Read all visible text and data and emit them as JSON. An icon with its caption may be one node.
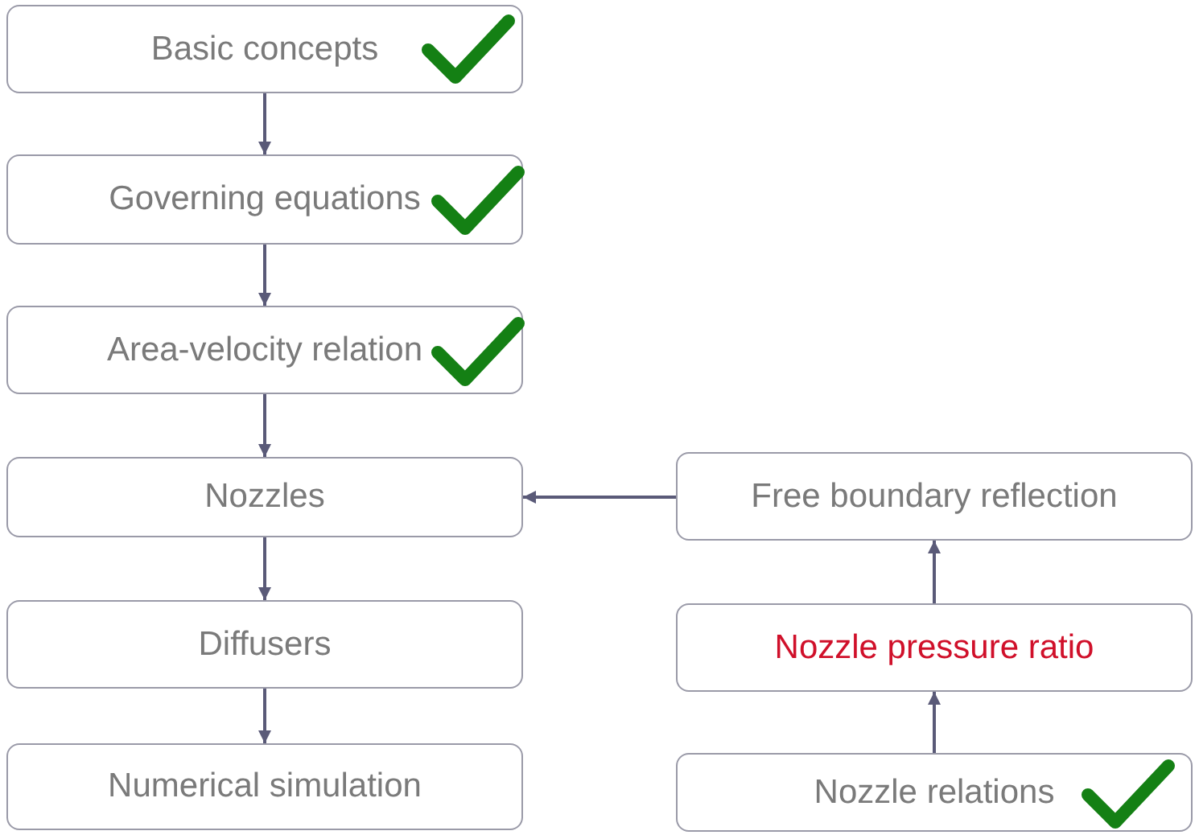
{
  "diagram": {
    "nodes": [
      {
        "text": [
          "Basic concepts"
        ]
      },
      {
        "text": [
          "Governing equations"
        ]
      },
      {
        "text": [
          "Area-velocity relation"
        ]
      },
      {
        "text": [
          "Nozzles"
        ]
      },
      {
        "text": [
          "Diffusers"
        ]
      },
      {
        "text": [
          "Numerical simulation"
        ]
      },
      {
        "text": [
          "Free boundary reflection"
        ]
      },
      {
        "text": [
          "Nozzle pressure ratio"
        ]
      },
      {
        "text": [
          "Nozzle relations"
        ]
      }
    ],
    "edges": [
      {
        "from": 0,
        "to": 1,
        "arrow": "to"
      },
      {
        "from": 1,
        "to": 2,
        "arrow": "to"
      },
      {
        "from": 2,
        "to": 3,
        "arrow": "to"
      },
      {
        "from": 3,
        "to": 4,
        "arrow": "to"
      },
      {
        "from": 4,
        "to": 5,
        "arrow": "to"
      },
      {
        "from": 6,
        "to": 3,
        "arrow": "to"
      },
      {
        "from": 7,
        "to": 6,
        "arrow": "to"
      },
      {
        "from": 8,
        "to": 7,
        "arrow": "to"
      }
    ]
  }
}
